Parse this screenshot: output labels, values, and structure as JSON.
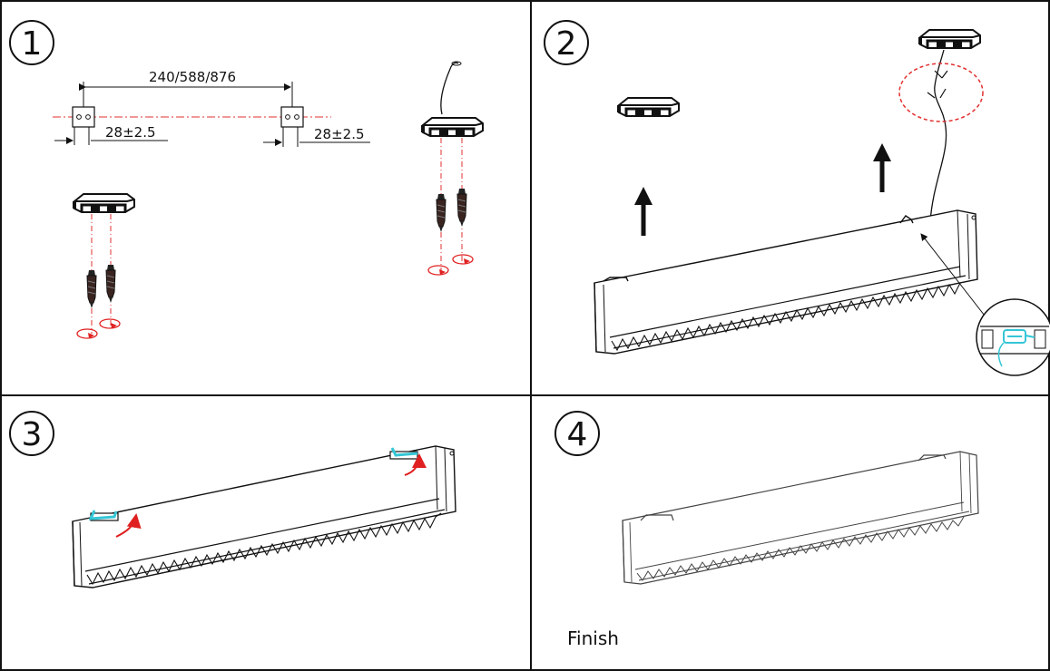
{
  "panels": [
    {
      "number": "1",
      "dimension_label": "240/588/876",
      "spacing_left": "28±2.5",
      "spacing_right": "28±2.5"
    },
    {
      "number": "2"
    },
    {
      "number": "3"
    },
    {
      "number": "4",
      "caption": "Finish"
    }
  ],
  "colors": {
    "line": "#111111",
    "centerline": "#e23030",
    "rotation_arrow": "#e02020",
    "connector": "#35c6d6",
    "detail_circle": "#e23030"
  },
  "icons": [
    "mounting-bracket-icon",
    "screw-icon",
    "rotate-arrow-icon",
    "up-arrow-icon",
    "power-cable-icon",
    "connector-detail-icon",
    "linear-light-fixture-icon",
    "clip-icon"
  ]
}
